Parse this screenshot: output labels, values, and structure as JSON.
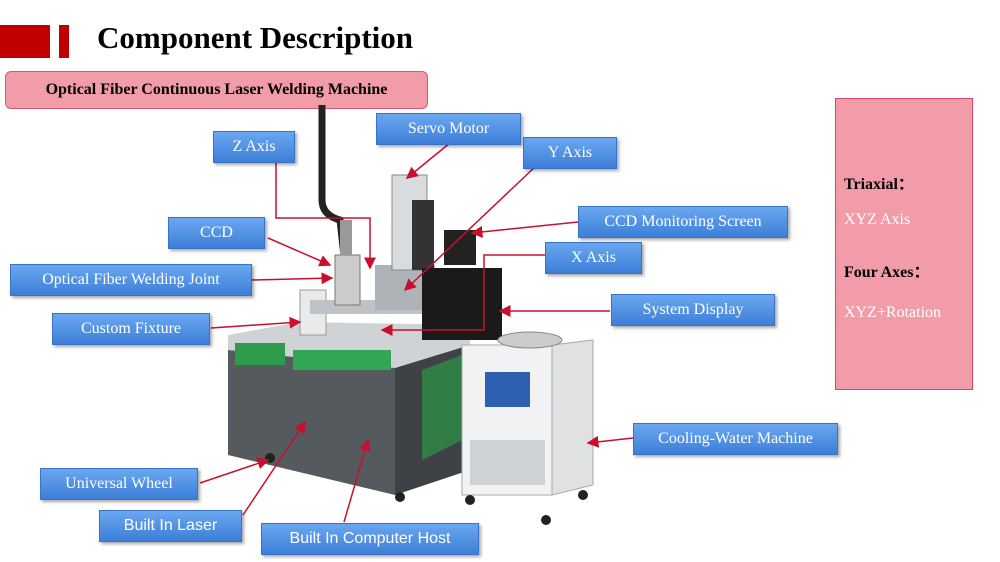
{
  "title": "Component Description",
  "subtitle": "Optical Fiber Continuous Laser Welding Machine",
  "labels": {
    "z_axis": "Z Axis",
    "servo_motor": "Servo Motor",
    "y_axis": "Y Axis",
    "ccd": "CCD",
    "ccd_monitoring_screen": "CCD Monitoring Screen",
    "x_axis": "X Axis",
    "optical_fiber_welding_joint": "Optical Fiber Welding Joint",
    "system_display": "System Display",
    "custom_fixture": "Custom Fixture",
    "cooling_water_machine": "Cooling-Water Machine",
    "universal_wheel": "Universal Wheel",
    "built_in_laser": "Built In Laser",
    "built_in_computer_host": "Built In Computer Host"
  },
  "side_panel": {
    "triaxial_label": "Triaxial：",
    "triaxial_value": "XYZ Axis",
    "four_axes_label": "Four Axes：",
    "four_axes_value": "XYZ+Rotation"
  },
  "colors": {
    "accent": "#c00000",
    "panel": "#f29ca9",
    "label": "#4a8be0",
    "arrow": "#c8102e"
  }
}
